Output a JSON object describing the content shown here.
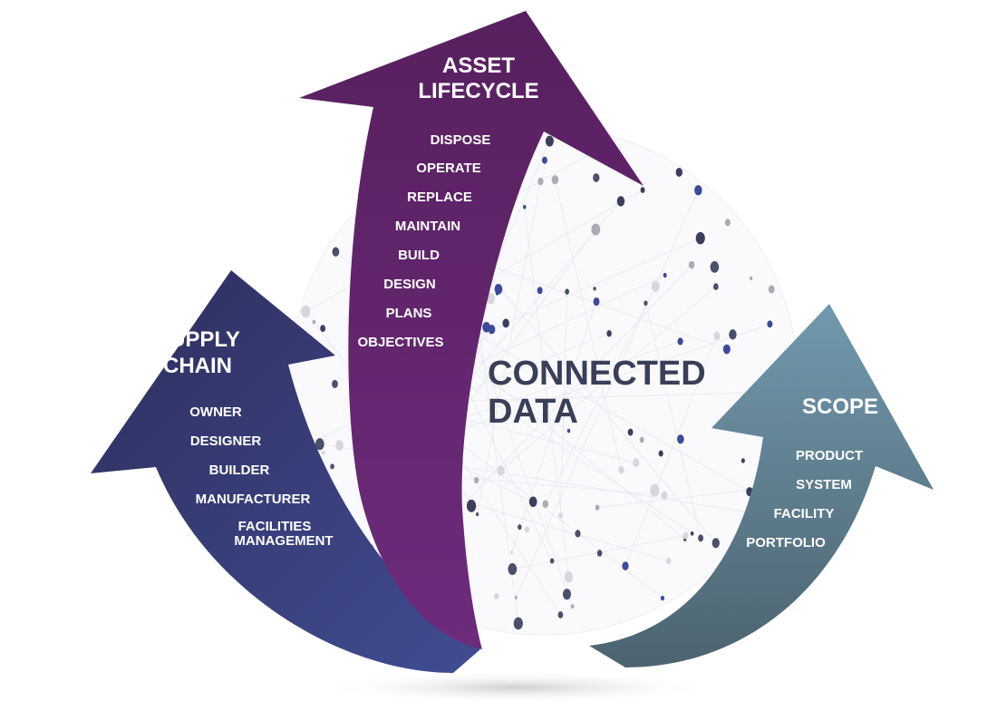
{
  "center": {
    "line1": "CONNECTED",
    "line2": "DATA"
  },
  "asset_lifecycle": {
    "title_line1": "ASSET",
    "title_line2": "LIFECYCLE",
    "items": [
      "DISPOSE",
      "OPERATE",
      "REPLACE",
      "MAINTAIN",
      "BUILD",
      "DESIGN",
      "PLANS",
      "OBJECTIVES"
    ]
  },
  "supply_chain": {
    "title_line1": "SUPPLY",
    "title_line2": "CHAIN",
    "items": [
      "OWNER",
      "DESIGNER",
      "BUILDER",
      "MANUFACTURER",
      "FACILITIES",
      "MANAGEMENT"
    ]
  },
  "scope": {
    "title": "SCOPE",
    "items": [
      "PRODUCT",
      "SYSTEM",
      "FACILITY",
      "PORTFOLIO"
    ]
  },
  "colors": {
    "lifecycle_top": "#58205f",
    "lifecycle_bottom": "#6d2b7c",
    "supply_top": "#2d2e5c",
    "supply_bottom": "#414c92",
    "scope_top": "#7199ad",
    "scope_bottom": "#4c6370",
    "center_text": "#3a3f58"
  }
}
